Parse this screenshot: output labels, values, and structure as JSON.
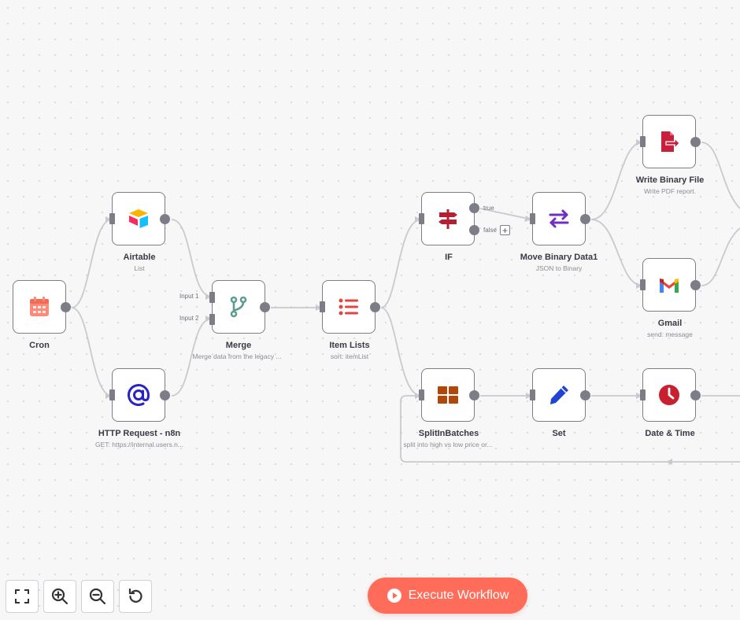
{
  "canvas": {
    "nodes": {
      "cron": {
        "title": "Cron",
        "icon": "calendar-icon",
        "color": "#fd8a77"
      },
      "airtable": {
        "title": "Airtable",
        "subtitle": "List",
        "icon": "airtable-icon"
      },
      "http_request": {
        "title": "HTTP Request - n8n",
        "subtitle": "GET: https://internal.users.n...",
        "icon": "at-sign-icon",
        "color": "#2723c6"
      },
      "merge": {
        "title": "Merge",
        "subtitle": "Merge data from the legacy ...",
        "icon": "merge-branch-icon",
        "color": "#5e9b91",
        "input_1": "Input 1",
        "input_2": "Input 2"
      },
      "item_lists": {
        "title": "Item Lists",
        "subtitle": "sort: itemList",
        "icon": "list-icon",
        "color": "#e2453f"
      },
      "if": {
        "title": "IF",
        "icon": "signpost-icon",
        "color": "#b4202f",
        "true_label": "true",
        "false_label": "false",
        "add_label": "+"
      },
      "move_binary": {
        "title": "Move Binary Data1",
        "subtitle": "JSON to Binary",
        "icon": "swap-arrows-icon",
        "color": "#6f2fc4"
      },
      "write_binary": {
        "title": "Write Binary File",
        "subtitle": "Write PDF report.",
        "icon": "file-export-icon",
        "color": "#c8203a"
      },
      "gmail": {
        "title": "Gmail",
        "subtitle": "send: message",
        "icon": "gmail-icon"
      },
      "split_batches": {
        "title": "SplitInBatches",
        "subtitle": "split into high vs low price or...",
        "icon": "grid-blocks-icon",
        "color": "#b0480b"
      },
      "set": {
        "title": "Set",
        "icon": "pen-icon",
        "color": "#1f43d2"
      },
      "date_time": {
        "title": "Date & Time",
        "icon": "clock-icon",
        "color": "#c8202f"
      }
    }
  },
  "toolbar": {
    "fit_view": "fit-view-icon",
    "zoom_in": "zoom-in-icon",
    "zoom_out": "zoom-out-icon",
    "reset": "reset-zoom-icon"
  },
  "execute_button": {
    "label": "Execute Workflow",
    "color": "#ff6d5a"
  }
}
